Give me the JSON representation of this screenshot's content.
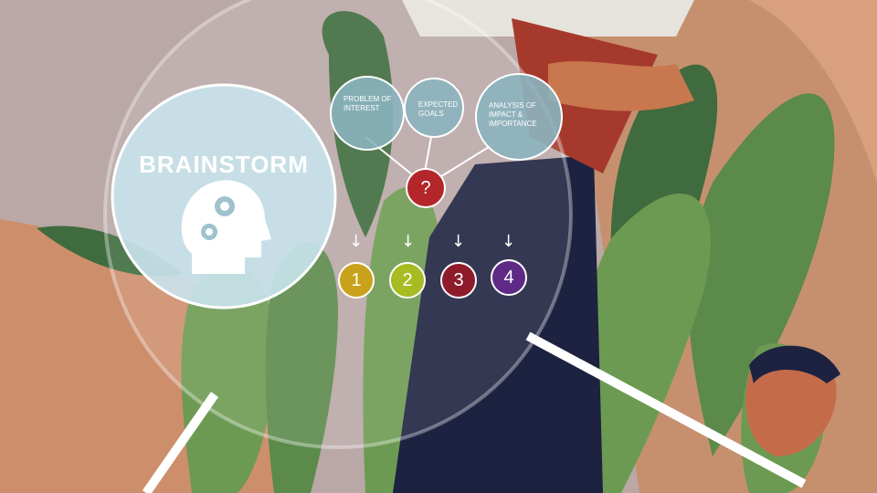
{
  "slide": {
    "title": "BRAINSTORM",
    "center_symbol": "?",
    "bubbles": [
      {
        "label": "PROBLEM OF INTEREST"
      },
      {
        "label": "EXPECTED GOALS"
      },
      {
        "label": "ANALYSIS OF IMPACT & IMPORTANCE"
      }
    ],
    "steps": [
      {
        "label": "1",
        "color": "#c9a21b"
      },
      {
        "label": "2",
        "color": "#a7bb22"
      },
      {
        "label": "3",
        "color": "#8e1b2a"
      },
      {
        "label": "4",
        "color": "#5e2a86"
      }
    ],
    "arrow_glyph": "↓"
  },
  "colors": {
    "background": "#b9a8a6",
    "circle_fill": "#c9e3ec",
    "bubble_fill": "#8bb4bf",
    "question_fill": "#b3262a",
    "leaf_dark": "#3f6b3e",
    "leaf_light": "#6d9a52",
    "figure_dark": "#1d2240"
  },
  "icons": [
    "head-gears-icon"
  ]
}
